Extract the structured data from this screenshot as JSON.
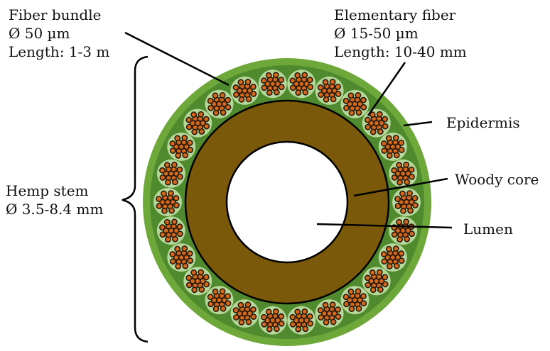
{
  "labels": {
    "fiber_bundle": {
      "name": "Fiber bundle",
      "diameter": "Ø 50 µm",
      "length": "Length: 1-3 m"
    },
    "elementary_fiber": {
      "name": "Elementary fiber",
      "diameter": "Ø 15-50 µm",
      "length": "Length: 10-40 mm"
    },
    "hemp_stem": {
      "name": "Hemp stem",
      "diameter": "Ø 3.5-8.4 mm"
    },
    "epidermis": "Epidermis",
    "woody_core": "Woody core",
    "lumen": "Lumen"
  },
  "colors": {
    "epidermis_outer": "#6fa83a",
    "cortex": "#4f8a2e",
    "woody_core": "#7a5a0a",
    "lumen": "#ffffff",
    "bundle_fill": "#b5d79a",
    "fiber_fill": "#d2691e",
    "fiber_outline": "#2b1a0a",
    "line": "#000000"
  },
  "bundle_count": 26
}
